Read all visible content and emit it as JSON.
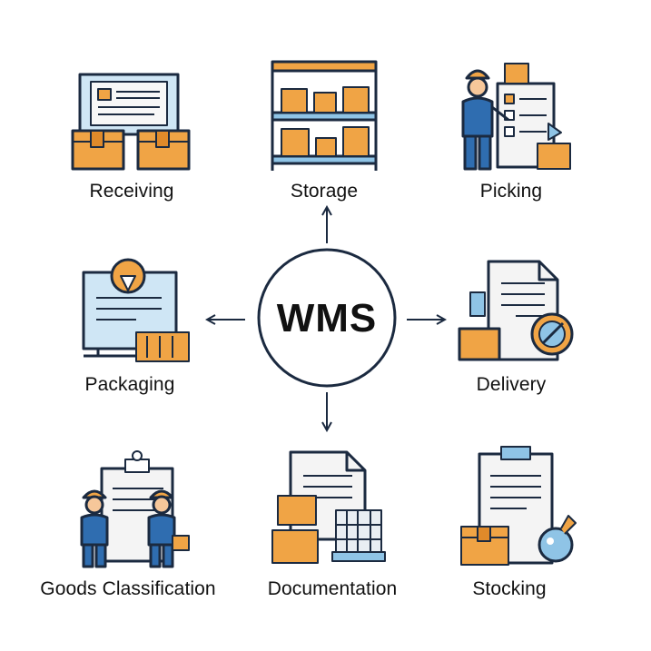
{
  "center": {
    "label": "WMS"
  },
  "nodes": [
    {
      "id": "receiving",
      "label": "Receiving",
      "icon": "receiving-board-boxes-icon"
    },
    {
      "id": "storage",
      "label": "Storage",
      "icon": "storage-shelf-icon"
    },
    {
      "id": "picking",
      "label": "Picking",
      "icon": "picking-worker-checklist-icon"
    },
    {
      "id": "packaging",
      "label": "Packaging",
      "icon": "packaging-monitor-icon"
    },
    {
      "id": "delivery",
      "label": "Delivery",
      "icon": "delivery-document-icon"
    },
    {
      "id": "goods-classification",
      "label": "Goods Classification",
      "icon": "two-workers-clipboard-icon"
    },
    {
      "id": "documentation",
      "label": "Documentation",
      "icon": "documents-pallet-icon"
    },
    {
      "id": "stocking",
      "label": "Stocking",
      "icon": "clipboard-lightbulb-icon"
    }
  ],
  "arrows": [
    "up",
    "down",
    "left",
    "right"
  ],
  "colors": {
    "outline": "#1b2a40",
    "box": "#f0a445",
    "blue": "#8fc4e6",
    "worker": "#2f6db0",
    "paper": "#f4f4f4"
  }
}
